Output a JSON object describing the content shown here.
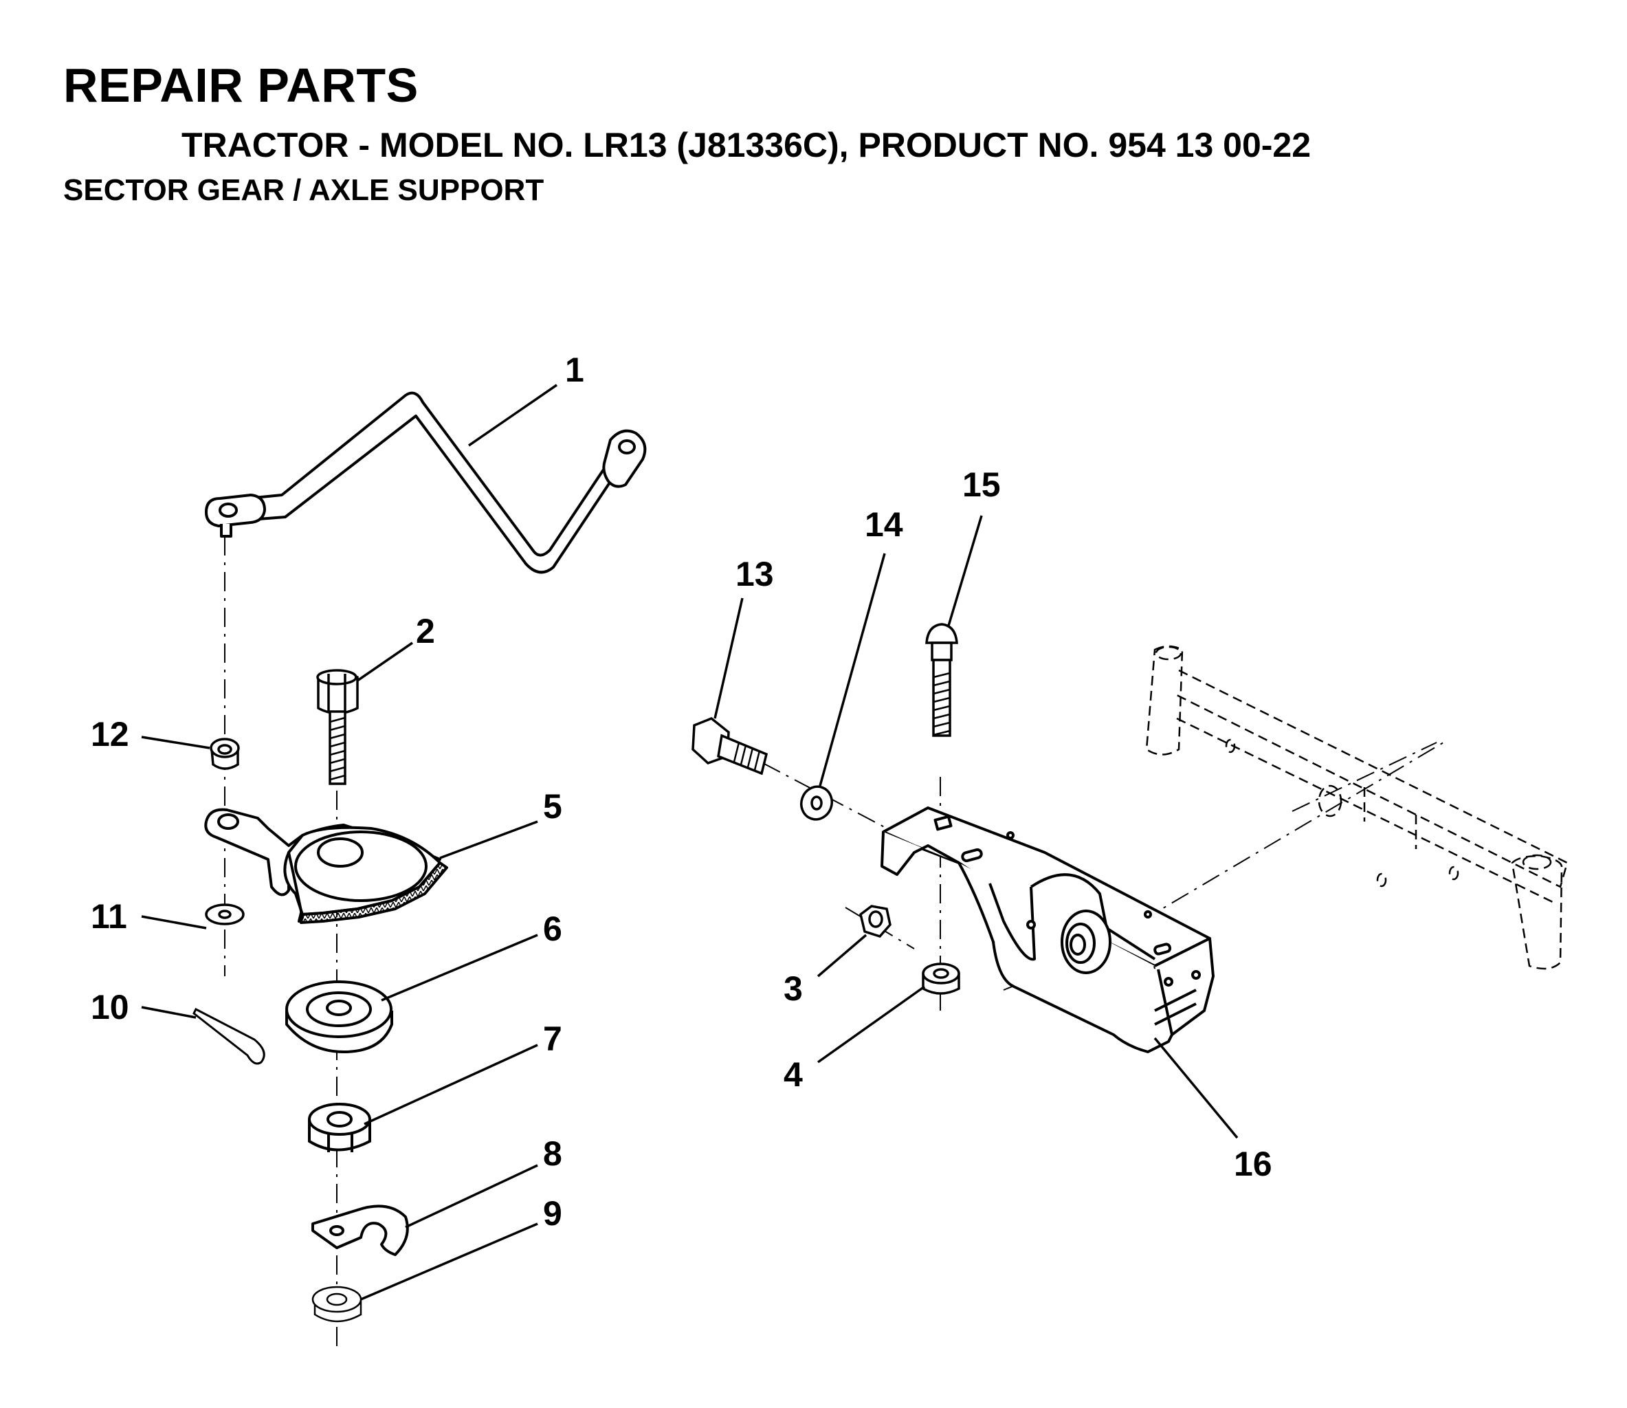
{
  "header": {
    "title": "REPAIR PARTS",
    "subtitle": "TRACTOR - MODEL NO. LR13 (J81336C), PRODUCT NO. 954 13 00-22",
    "section": "SECTOR GEAR / AXLE SUPPORT"
  },
  "callouts": [
    "1",
    "2",
    "3",
    "4",
    "5",
    "6",
    "7",
    "8",
    "9",
    "10",
    "11",
    "12",
    "13",
    "14",
    "15",
    "16"
  ],
  "parts": [
    {
      "ref": "1",
      "name": "drag-link"
    },
    {
      "ref": "2",
      "name": "bolt"
    },
    {
      "ref": "3",
      "name": "nut"
    },
    {
      "ref": "4",
      "name": "nut"
    },
    {
      "ref": "5",
      "name": "sector-gear"
    },
    {
      "ref": "6",
      "name": "bushing"
    },
    {
      "ref": "7",
      "name": "nut"
    },
    {
      "ref": "8",
      "name": "clip"
    },
    {
      "ref": "9",
      "name": "nut"
    },
    {
      "ref": "10",
      "name": "cotter-pin"
    },
    {
      "ref": "11",
      "name": "washer"
    },
    {
      "ref": "12",
      "name": "nut"
    },
    {
      "ref": "13",
      "name": "bolt"
    },
    {
      "ref": "14",
      "name": "washer"
    },
    {
      "ref": "15",
      "name": "carriage-bolt"
    },
    {
      "ref": "16",
      "name": "axle-support"
    }
  ]
}
